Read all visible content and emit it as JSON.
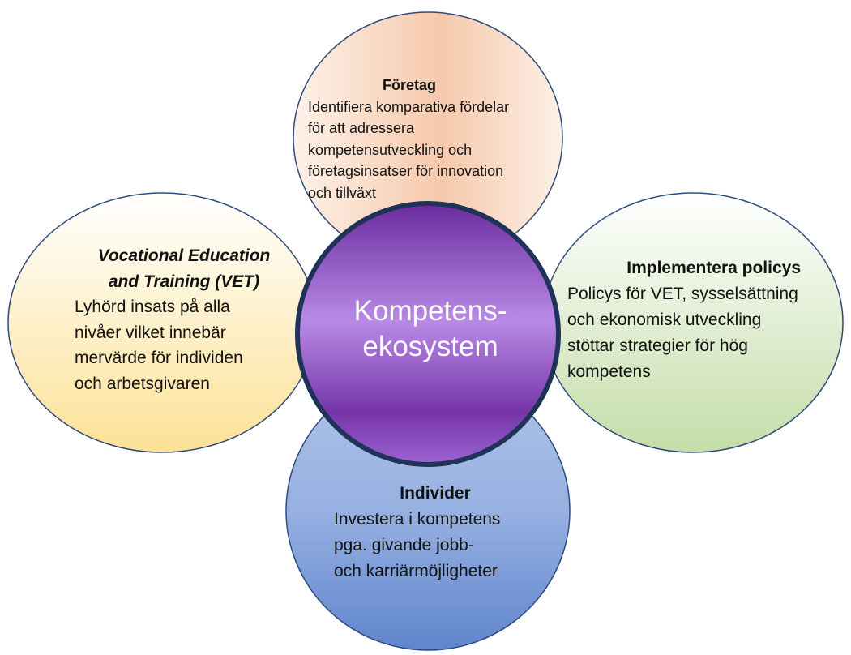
{
  "diagram": {
    "center": {
      "line1": "Kompetens-",
      "line2": "ekosystem"
    },
    "petals": {
      "top": {
        "title": "Företag",
        "lines": [
          "Identifiera komparativa fördelar",
          "för att adressera",
          "kompetensutveckling och",
          "företagsinsatser för innovation",
          "och tillväxt"
        ]
      },
      "left": {
        "title_lines": [
          "Vocational Education",
          "and Training (VET)"
        ],
        "lines": [
          "Lyhörd insats på alla",
          "nivåer vilket innebär",
          "mervärde för individen",
          "och arbetsgivaren"
        ]
      },
      "right": {
        "title": "Implementera policys",
        "lines": [
          "Policys för VET, sysselsättning",
          "och ekonomisk utveckling",
          "stöttar strategier för hög",
          "kompetens"
        ]
      },
      "bottom": {
        "title": "Individer",
        "lines": [
          "Investera i kompetens",
          "pga. givande jobb-",
          "och karriärmöjligheter"
        ]
      }
    },
    "colors": {
      "outline": "#2F4A7A",
      "top_fill": "#F6C6A8",
      "left_fill": "#FCE08E",
      "right_fill": "#C3DCA6",
      "bottom_fill": "#5A82CC",
      "center_fill": "#8A4FC4",
      "center_ring": "#1F3358"
    }
  }
}
